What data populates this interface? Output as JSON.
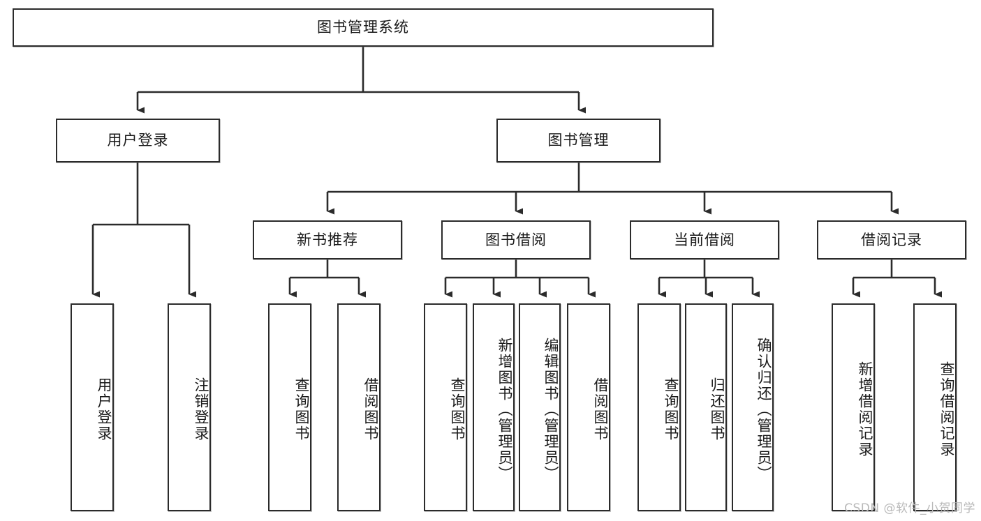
{
  "diagram": {
    "title": "图书管理系统",
    "type": "tree-hierarchy-chart",
    "watermark": "CSDN @软件_小贺同学",
    "colors": {
      "border": "#2b2b2b",
      "fill": "#ffffff",
      "text": "#1a1a1a",
      "edge": "#2b2b2b",
      "watermark": "#b9b9b9"
    },
    "root": {
      "label": "图书管理系统",
      "orientation": "horizontal"
    },
    "level2": [
      {
        "id": "user-login",
        "label": "用户登录",
        "orientation": "horizontal"
      },
      {
        "id": "book-manage",
        "label": "图书管理",
        "orientation": "horizontal"
      }
    ],
    "level3": [
      {
        "id": "new-book-recommend",
        "label": "新书推荐",
        "orientation": "horizontal"
      },
      {
        "id": "book-borrow",
        "label": "图书借阅",
        "orientation": "horizontal"
      },
      {
        "id": "current-borrow",
        "label": "当前借阅",
        "orientation": "horizontal"
      },
      {
        "id": "borrow-record",
        "label": "借阅记录",
        "orientation": "horizontal"
      }
    ],
    "leaves": {
      "user_login": [
        {
          "id": "leaf-user-login",
          "label": "用户登录",
          "orientation": "vertical"
        },
        {
          "id": "leaf-logout-login",
          "label": "注销登录",
          "orientation": "vertical"
        }
      ],
      "new_book_recommend": [
        {
          "id": "leaf-query-book-1",
          "label": "查询图书",
          "orientation": "vertical"
        },
        {
          "id": "leaf-borrow-book-1",
          "label": "借阅图书",
          "orientation": "vertical"
        }
      ],
      "book_borrow": [
        {
          "id": "leaf-query-book-2",
          "label": "查询图书",
          "orientation": "vertical"
        },
        {
          "id": "leaf-add-book-admin",
          "label": "新增图书（管理员）",
          "orientation": "vertical"
        },
        {
          "id": "leaf-edit-book-admin",
          "label": "编辑图书（管理员）",
          "orientation": "vertical"
        },
        {
          "id": "leaf-borrow-book-2",
          "label": "借阅图书",
          "orientation": "vertical"
        }
      ],
      "current_borrow": [
        {
          "id": "leaf-query-book-3",
          "label": "查询图书",
          "orientation": "vertical"
        },
        {
          "id": "leaf-return-book",
          "label": "归还图书",
          "orientation": "vertical"
        },
        {
          "id": "leaf-confirm-return-admin",
          "label": "确认归还（管理员）",
          "orientation": "vertical"
        }
      ],
      "borrow_record": [
        {
          "id": "leaf-add-borrow-record",
          "label": "新增借阅记录",
          "orientation": "vertical"
        },
        {
          "id": "leaf-query-borrow-record",
          "label": "查询借阅记录",
          "orientation": "vertical"
        }
      ]
    }
  }
}
